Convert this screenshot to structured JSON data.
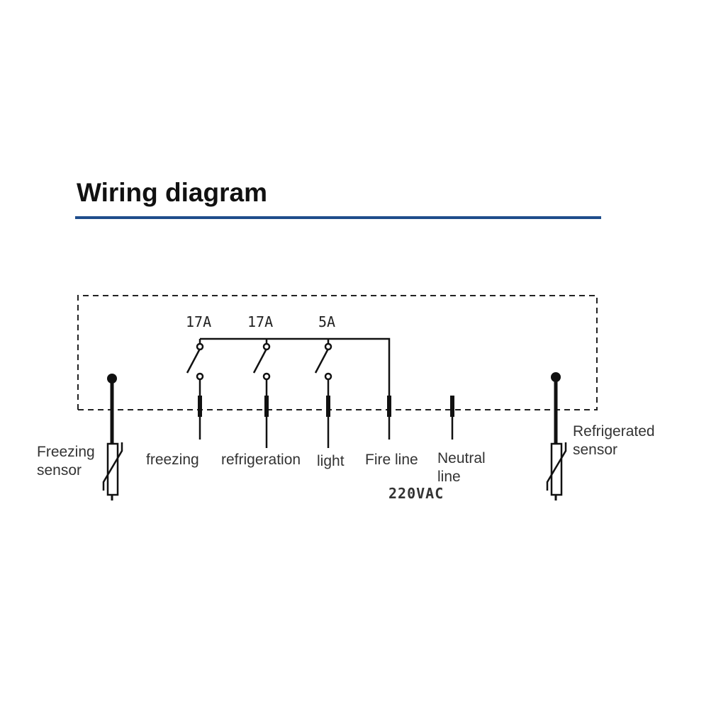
{
  "title": "Wiring diagram",
  "underline_color": "#1e4d8c",
  "ratings": {
    "freezing": "17A",
    "refrigeration": "17A",
    "light": "5A"
  },
  "terminals": {
    "freezing": "freezing",
    "refrigeration": "refrigeration",
    "light": "light",
    "fire": "Fire line",
    "neutral_line1": "Neutral",
    "neutral_line2": "line"
  },
  "supply": "220VAC",
  "sensors": {
    "freezing_line1": "Freezing",
    "freezing_line2": "sensor",
    "refrigerated_line1": "Refrigerated",
    "refrigerated_line2": "sensor"
  }
}
